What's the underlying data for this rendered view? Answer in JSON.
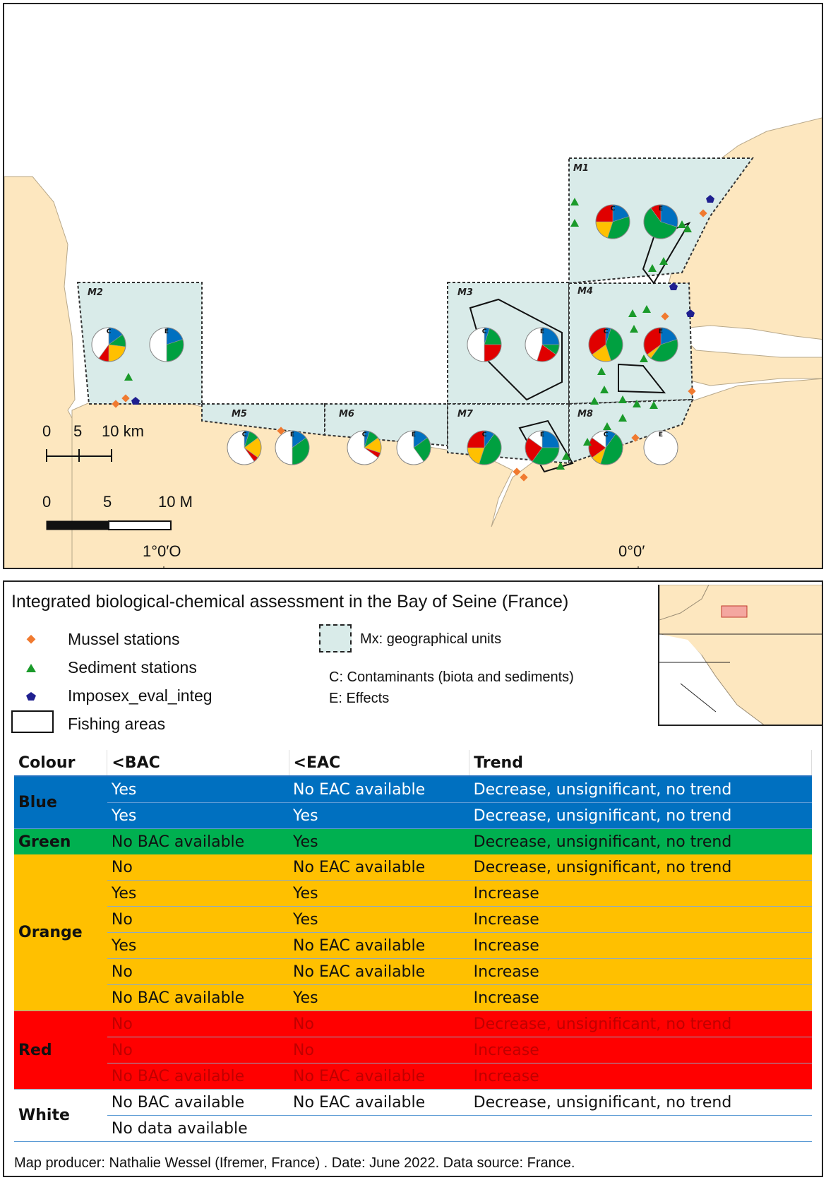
{
  "map": {
    "units": [
      "M1",
      "M2",
      "M3",
      "M4",
      "M5",
      "M6",
      "M7",
      "M8"
    ],
    "pie_labels": {
      "contaminants": "C",
      "effects": "E"
    },
    "scale_km": {
      "ticks": [
        "0",
        "5",
        "10 km"
      ]
    },
    "scale_m": {
      "ticks": [
        "0",
        "5",
        "10 M"
      ]
    },
    "longitudes": [
      "1°0′O",
      "0°0′"
    ],
    "colors": {
      "sea": "#ffffff",
      "land": "#fde7bf",
      "unit_fill": "#d9ebe9",
      "blue": "#0070c0",
      "green": "#00a040",
      "orange": "#ffc000",
      "red": "#e00000",
      "white": "#ffffff",
      "mussel": "#f07a30",
      "sediment": "#1a9a2a",
      "imposex": "#1f1f8f"
    }
  },
  "legend": {
    "title": "Integrated biological-chemical assessment in the Bay of Seine (France)",
    "mussel": "Mussel stations",
    "sediment": "Sediment stations",
    "imposex": "Imposex_eval_integ",
    "fishing": "Fishing areas",
    "units": "Mx: geographical units",
    "c_note": "C: Contaminants (biota and sediments)",
    "e_note": "E: Effects"
  },
  "table": {
    "headers": [
      "Colour",
      "<BAC",
      "<EAC",
      "Trend"
    ],
    "groups": {
      "blue": "Blue",
      "green": "Green",
      "orange": "Orange",
      "red": "Red",
      "white": "White"
    },
    "rows": {
      "blue1": [
        "Yes",
        "No EAC available",
        "Decrease, unsignificant, no trend"
      ],
      "blue2": [
        "Yes",
        "Yes",
        "Decrease, unsignificant, no trend"
      ],
      "green1": [
        "No BAC available",
        "Yes",
        "Decrease, unsignificant, no trend"
      ],
      "orange1": [
        "No",
        "No EAC available",
        "Decrease, unsignificant, no trend"
      ],
      "orange2": [
        "Yes",
        "Yes",
        "Increase"
      ],
      "orange3": [
        "No",
        "Yes",
        "Increase"
      ],
      "orange4": [
        "Yes",
        "No EAC available",
        "Increase"
      ],
      "orange5": [
        "No",
        "No EAC available",
        "Increase"
      ],
      "orange6": [
        "No BAC available",
        "Yes",
        "Increase"
      ],
      "red1": [
        "No",
        "No",
        "Decrease, unsignificant, no trend"
      ],
      "red2": [
        "No",
        "No",
        "Increase"
      ],
      "red3": [
        "No BAC available",
        "No EAC available",
        "Increase"
      ],
      "white1": [
        "No BAC available",
        "No EAC available",
        "Decrease, unsignificant, no trend"
      ],
      "white2": [
        "No data available"
      ]
    }
  },
  "footer": "Map producer: Nathalie Wessel (Ifremer, France) . Date: June 2022. Data source: France."
}
